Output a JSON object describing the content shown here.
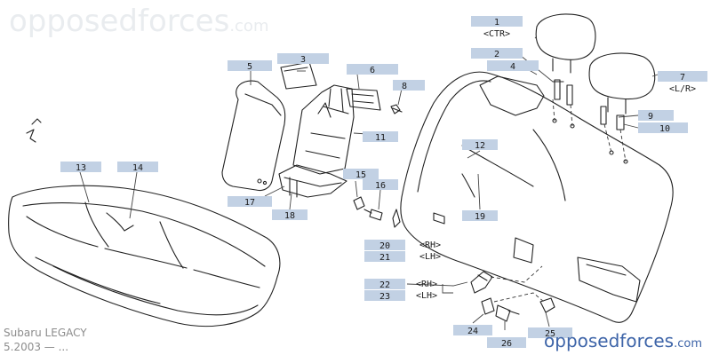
{
  "watermark": {
    "text": "opposedforces",
    "suffix": ".com"
  },
  "footer": {
    "model": "Subaru LEGACY",
    "date": "5.2003 — ..."
  },
  "brand": {
    "name": "opposedforces",
    "domain": ".com"
  },
  "callouts": [
    {
      "num": "1",
      "sub": "<CTR>"
    },
    {
      "num": "2"
    },
    {
      "num": "3"
    },
    {
      "num": "4"
    },
    {
      "num": "5"
    },
    {
      "num": "6"
    },
    {
      "num": "7",
      "sub": "<L/R>"
    },
    {
      "num": "8"
    },
    {
      "num": "9"
    },
    {
      "num": "10"
    },
    {
      "num": "11"
    },
    {
      "num": "12"
    },
    {
      "num": "13"
    },
    {
      "num": "14"
    },
    {
      "num": "15"
    },
    {
      "num": "16"
    },
    {
      "num": "17"
    },
    {
      "num": "18"
    },
    {
      "num": "19"
    },
    {
      "num": "20"
    },
    {
      "num": "21"
    },
    {
      "num": "22"
    },
    {
      "num": "23"
    },
    {
      "num": "24"
    },
    {
      "num": "25"
    },
    {
      "num": "26"
    }
  ],
  "side_marks": {
    "rh": "<RH>",
    "lh": "<LH>"
  }
}
